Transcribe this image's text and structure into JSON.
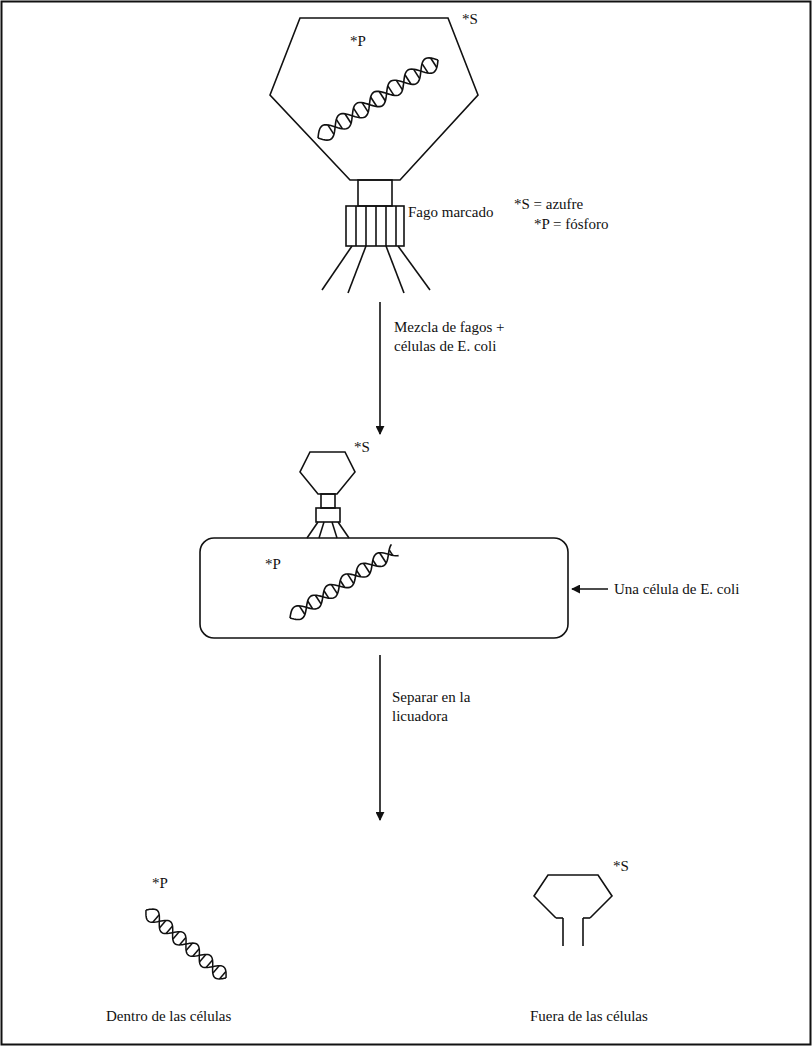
{
  "diagram": {
    "nodes": [
      {
        "text": [
          "*P"
        ]
      },
      {
        "text": [
          "*P"
        ]
      }
    ],
    "edges": [
      {
        "from": 0,
        "to": 1,
        "arrow": "to",
        "label": "Mezcla de fagos + células de E. coli"
      }
    ],
    "labels": [
      "*S",
      "Fago marcado",
      "*S = azufre",
      "*P = fósforo",
      "*S",
      "Una célula de E. coli",
      "Separar en la licuadora",
      "*P",
      "*S",
      "Dentro de las células",
      "Fuera de las células"
    ]
  }
}
